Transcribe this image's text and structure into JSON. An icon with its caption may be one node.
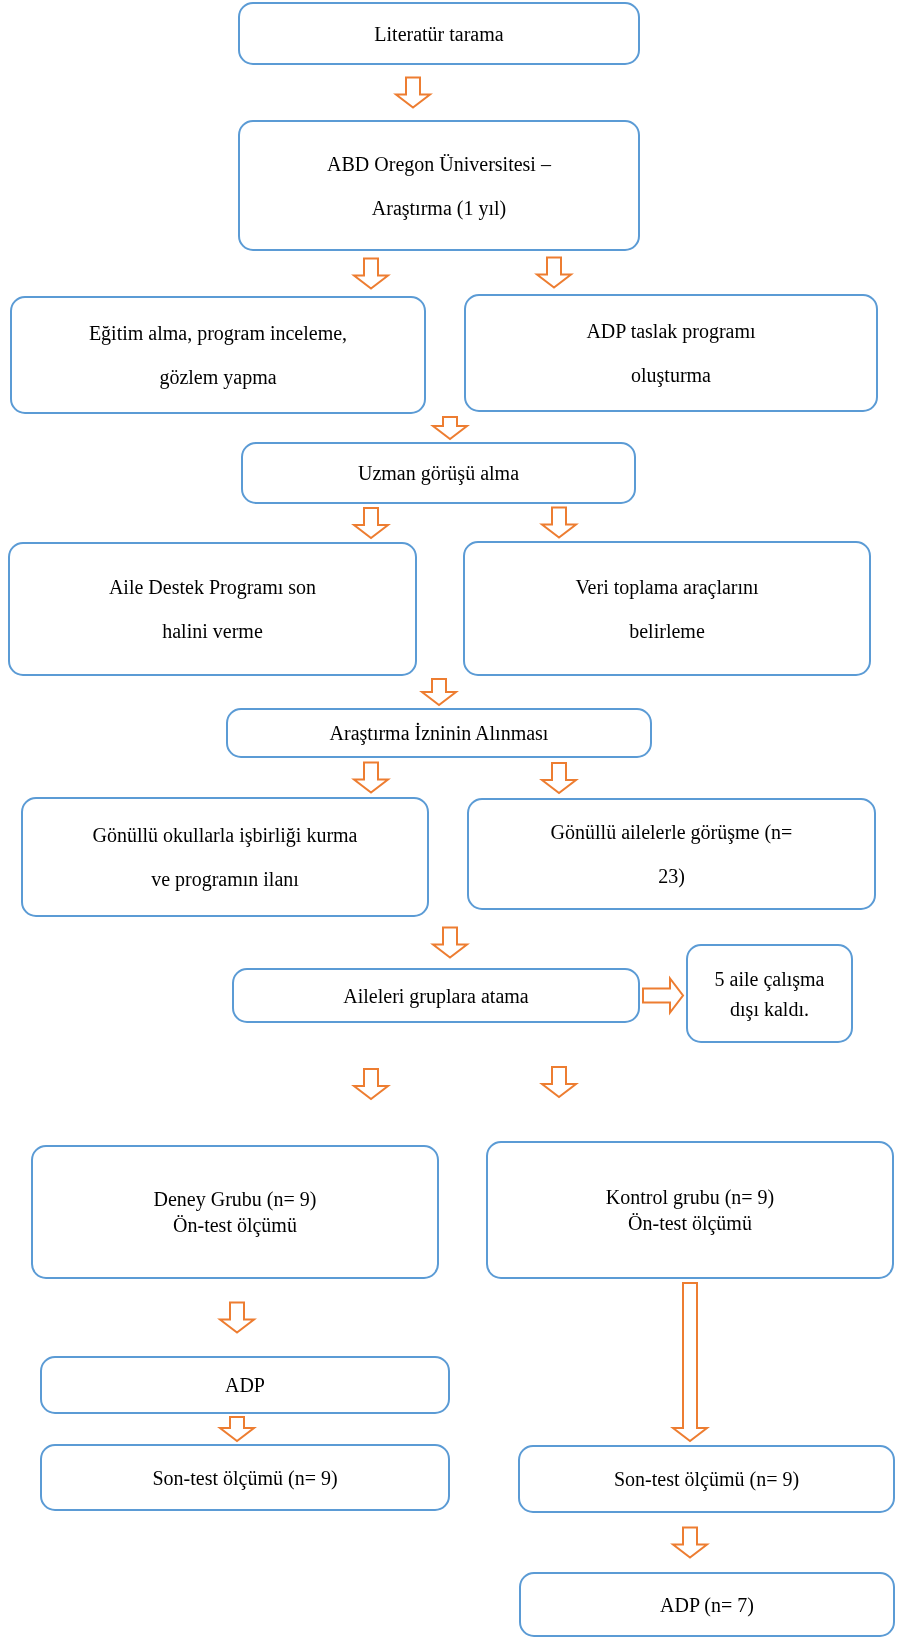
{
  "diagram": {
    "nodes": [
      {
        "text": [
          "Literatür tarama"
        ]
      },
      {
        "text": [
          "ABD Oregon Üniversitesi – Araştırma (1 yıl)"
        ]
      },
      {
        "text": [
          "Eğitim alma, program inceleme, gözlem yapma"
        ]
      },
      {
        "text": [
          "ADP taslak programı oluşturma"
        ]
      },
      {
        "text": [
          "Uzman görüşü alma"
        ]
      },
      {
        "text": [
          "Aile Destek Programı son halini verme"
        ]
      },
      {
        "text": [
          "Veri toplama araçlarını belirleme"
        ]
      },
      {
        "text": [
          "Araştırma İzninin Alınması"
        ]
      },
      {
        "text": [
          "Gönüllü okullarla işbirliği kurma ve programın ilanı"
        ]
      },
      {
        "text": [
          "Gönüllü ailelerle görüşme (n= 23)"
        ]
      },
      {
        "text": [
          "Aileleri gruplara atama"
        ]
      },
      {
        "text": [
          "5 aile çalışma dışı kaldı."
        ]
      },
      {
        "text": [
          "Deney Grubu (n= 9)",
          "Ön-test ölçümü"
        ]
      },
      {
        "text": [
          "Kontrol grubu (n= 9)",
          "Ön-test ölçümü"
        ]
      },
      {
        "text": [
          "ADP"
        ]
      },
      {
        "text": [
          "Son-test ölçümü (n= 9)"
        ]
      },
      {
        "text": [
          "Son-test ölçümü (n= 9)"
        ]
      },
      {
        "text": [
          "ADP (n= 7)"
        ]
      }
    ],
    "edges": [
      {
        "from": 0,
        "to": 1,
        "arrow": "to"
      },
      {
        "from": 1,
        "to": 2,
        "arrow": "to"
      },
      {
        "from": 1,
        "to": 3,
        "arrow": "to"
      },
      {
        "from": 2,
        "to": 4,
        "arrow": "to"
      },
      {
        "from": 3,
        "to": 4,
        "arrow": "to"
      },
      {
        "from": 4,
        "to": 5,
        "arrow": "to"
      },
      {
        "from": 4,
        "to": 6,
        "arrow": "to"
      },
      {
        "from": 5,
        "to": 7,
        "arrow": "to"
      },
      {
        "from": 6,
        "to": 7,
        "arrow": "to"
      },
      {
        "from": 7,
        "to": 8,
        "arrow": "to"
      },
      {
        "from": 7,
        "to": 9,
        "arrow": "to"
      },
      {
        "from": 8,
        "to": 10,
        "arrow": "to"
      },
      {
        "from": 9,
        "to": 10,
        "arrow": "to"
      },
      {
        "from": 10,
        "to": 11,
        "arrow": "to"
      },
      {
        "from": 10,
        "to": 12,
        "arrow": "to"
      },
      {
        "from": 10,
        "to": 13,
        "arrow": "to"
      },
      {
        "from": 12,
        "to": 14,
        "arrow": "to"
      },
      {
        "from": 14,
        "to": 15,
        "arrow": "to"
      },
      {
        "from": 13,
        "to": 16,
        "arrow": "to"
      },
      {
        "from": 16,
        "to": 17,
        "arrow": "to"
      }
    ]
  }
}
